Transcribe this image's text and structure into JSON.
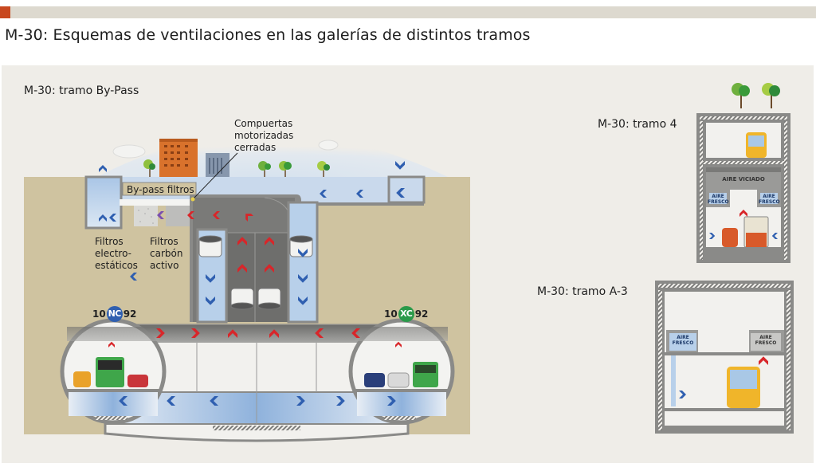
{
  "header": {
    "title": "M-30: Esquemas de ventilaciones en las galerías de distintos tramos",
    "accent_color": "#c8481f"
  },
  "bypass": {
    "title": "M-30: tramo By-Pass",
    "callout_dampers": [
      "Compuertas",
      "motorizadas",
      "cerradas"
    ],
    "bypass_filters_label": "By-pass filtros",
    "electrostatic_filters": [
      "Filtros",
      "electro-",
      "estáticos"
    ],
    "carbon_filters": [
      "Filtros",
      "carbón",
      "activo"
    ],
    "left_tube_badge": {
      "prefix": "10",
      "code": "NC",
      "suffix": "92",
      "color": "#2f5fb0"
    },
    "right_tube_badge": {
      "prefix": "10",
      "code": "XC",
      "suffix": "92",
      "color": "#2a9a4a"
    }
  },
  "tramo4": {
    "title": "M-30: tramo 4",
    "stale_air_label": "AIRE VICIADO",
    "fresh_air_left": [
      "AIRE",
      "FRESCO"
    ],
    "fresh_air_right": [
      "AIRE",
      "FRESCO"
    ]
  },
  "tramoA3": {
    "title": "M-30: tramo A-3",
    "fresh_air_left": [
      "AIRE",
      "FRESCO"
    ],
    "fresh_air_right": [
      "AIRE",
      "FRESCO"
    ]
  },
  "legend_colors": {
    "fresh_air": "#2f5fb0",
    "stale_air": "#d8262a",
    "filtered_air": "#7a4fb0",
    "ground": "#cfc3a0",
    "tunnel_wall": "#8a8a88",
    "fresh_duct": "#b8d0ea"
  }
}
